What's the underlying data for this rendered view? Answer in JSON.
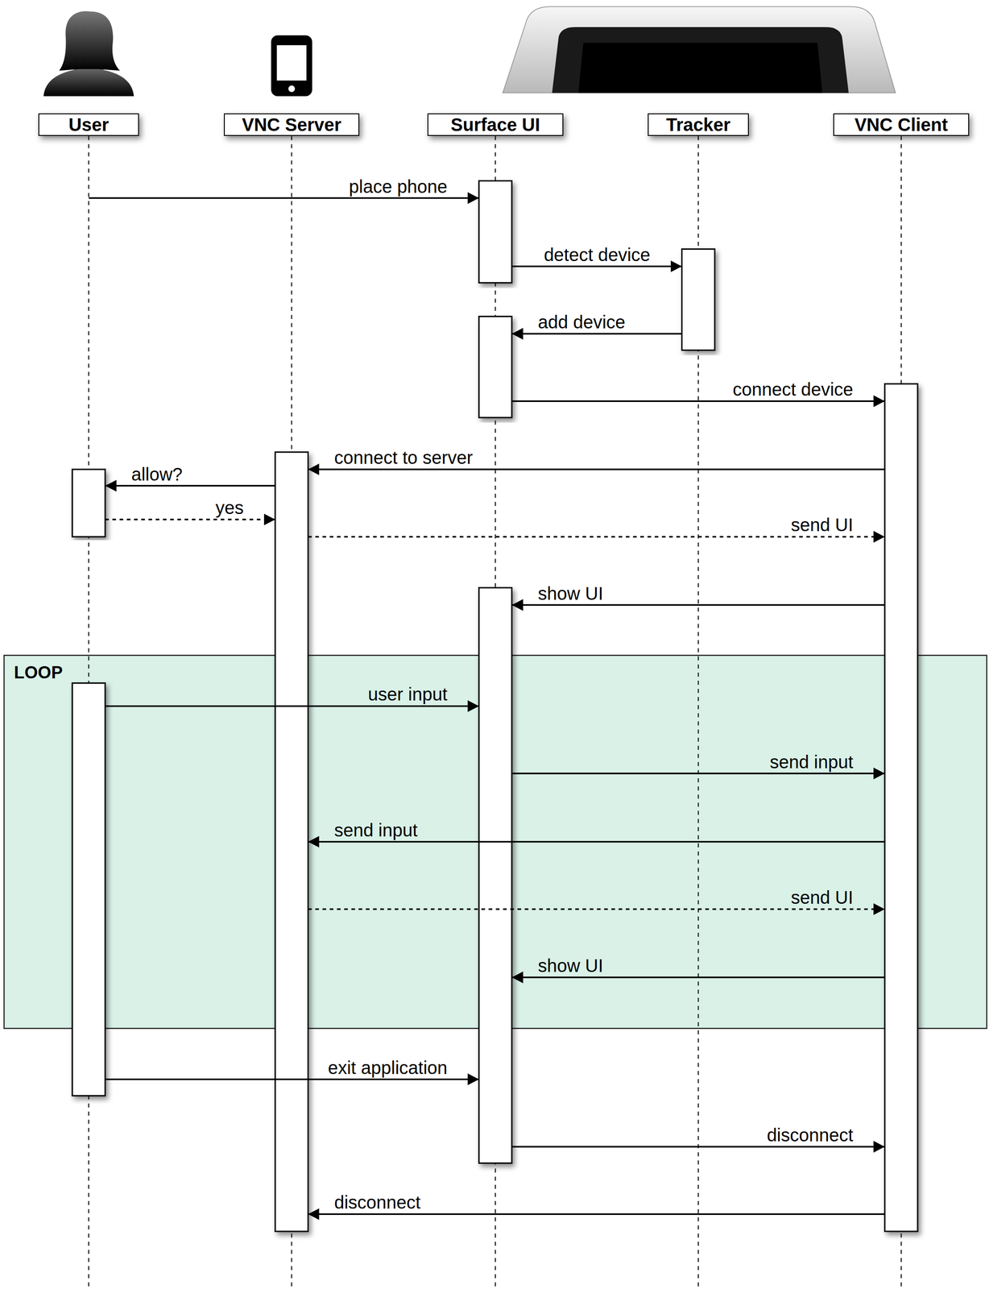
{
  "diagram": {
    "nodes": [
      {
        "text": [
          "User"
        ]
      },
      {
        "text": [
          "VNC Server"
        ]
      },
      {
        "text": [
          "Surface UI"
        ]
      },
      {
        "text": [
          "Tracker"
        ]
      },
      {
        "text": [
          "VNC Client"
        ]
      },
      {
        "text": [
          "LOOP"
        ]
      }
    ],
    "edges": [
      {
        "from": 0,
        "to": 2,
        "label": "place phone",
        "arrow": "to"
      },
      {
        "from": 2,
        "to": 3,
        "label": "detect device",
        "arrow": "to"
      },
      {
        "from": 3,
        "to": 2,
        "label": "add device",
        "arrow": "to"
      },
      {
        "from": 2,
        "to": 4,
        "label": "connect device",
        "arrow": "to"
      },
      {
        "from": 4,
        "to": 1,
        "label": "connect to server",
        "arrow": "to"
      },
      {
        "from": 1,
        "to": 0,
        "label": "allow?",
        "arrow": "to"
      },
      {
        "from": 0,
        "to": 1,
        "label": "yes",
        "arrow": "to"
      },
      {
        "from": 1,
        "to": 4,
        "label": "send UI",
        "arrow": "to"
      },
      {
        "from": 4,
        "to": 2,
        "label": "show UI",
        "arrow": "to"
      },
      {
        "from": 0,
        "to": 2,
        "label": "user input",
        "arrow": "to"
      },
      {
        "from": 2,
        "to": 4,
        "label": "send input",
        "arrow": "to"
      },
      {
        "from": 4,
        "to": 1,
        "label": "send input",
        "arrow": "to"
      },
      {
        "from": 1,
        "to": 4,
        "label": "send UI",
        "arrow": "to"
      },
      {
        "from": 4,
        "to": 2,
        "label": "show UI",
        "arrow": "to"
      },
      {
        "from": 0,
        "to": 2,
        "label": "exit application",
        "arrow": "to"
      },
      {
        "from": 2,
        "to": 4,
        "label": "disconnect",
        "arrow": "to"
      },
      {
        "from": 4,
        "to": 1,
        "label": "disconnect",
        "arrow": "to"
      }
    ]
  }
}
